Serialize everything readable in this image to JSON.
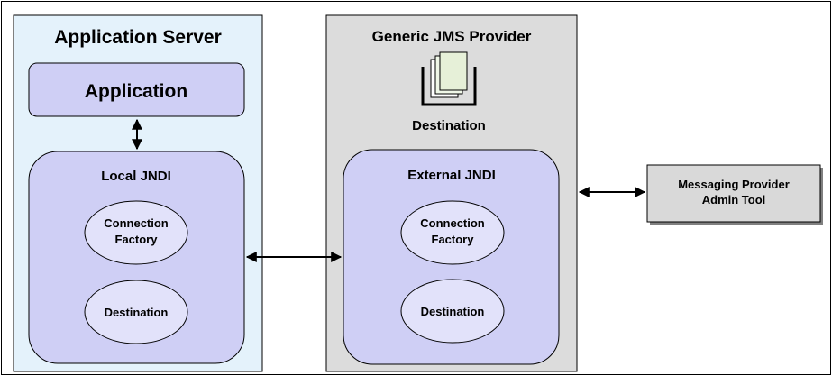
{
  "diagram": {
    "app_server": {
      "title": "Application Server"
    },
    "application": {
      "label": "Application"
    },
    "local_jndi": {
      "title": "Local JNDI",
      "connection_factory": {
        "line1": "Connection",
        "line2": "Factory"
      },
      "destination": "Destination"
    },
    "jms_provider": {
      "title": "Generic JMS Provider",
      "destination_label": "Destination"
    },
    "external_jndi": {
      "title": "External JNDI",
      "connection_factory": {
        "line1": "Connection",
        "line2": "Factory"
      },
      "destination": "Destination"
    },
    "admin_tool": {
      "line1": "Messaging Provider",
      "line2": "Admin Tool"
    }
  },
  "colors": {
    "app_server_fill": "#e4f2fb",
    "provider_fill": "#dcdcdc",
    "lavender": "#cfcff5",
    "ellipse_fill": "#e2e2fa",
    "outline": "#000000",
    "admin_tool_fill": "#d9d9d9"
  }
}
